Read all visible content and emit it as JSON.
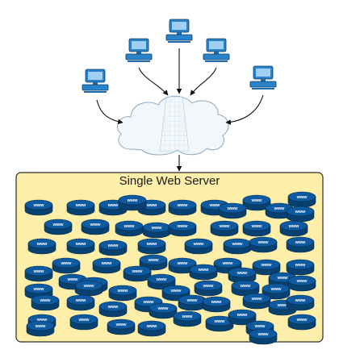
{
  "diagram": {
    "title": "Single Web Server",
    "disk_label": "www",
    "client_count": 5,
    "nodes": {
      "clients": "client computers",
      "internet": "cloud",
      "server": "web server container"
    },
    "colors": {
      "server_fill": "#fdeea9",
      "server_border": "#2b2b2b",
      "disk_fill": "#0e5aa1",
      "disk_dark": "#08406f",
      "computer_fill": "#2a83c9",
      "cloud_fill": "#f2f7fb",
      "arrow": "#111111"
    }
  }
}
